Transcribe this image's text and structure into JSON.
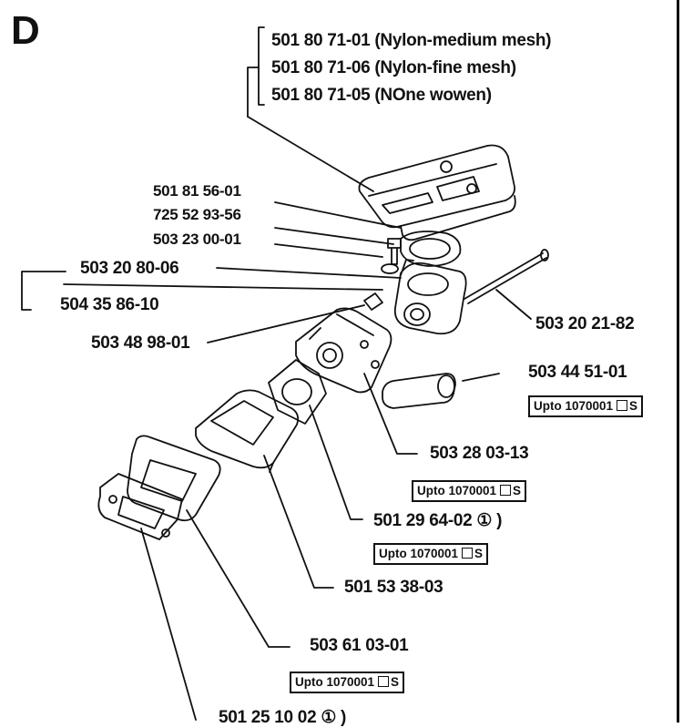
{
  "section": {
    "letter": "D"
  },
  "filter_parts": [
    {
      "part_no": "501 80 71-01",
      "desc": "(Nylon-medium mesh)"
    },
    {
      "part_no": "501 80 71-06",
      "desc": "(Nylon-fine mesh)"
    },
    {
      "part_no": "501 80 71-05",
      "desc": "(NOne wowen)"
    }
  ],
  "labels": {
    "p_501_81_56_01": "501 81 56-01",
    "p_725_52_93_56": "725 52 93-56",
    "p_503_23_00_01": "503 23 00-01",
    "p_503_20_80_06": "503 20 80-06",
    "p_504_35_86_10": "504 35 86-10",
    "p_503_48_98_01": "503 48 98-01",
    "p_503_20_21_82": "503 20 21-82",
    "p_503_44_51_01": "503 44 51-01",
    "p_503_28_03_13": "503 28 03-13",
    "p_501_29_64_02": "501 29 64-02 ① )",
    "p_501_53_38_03": "501 53 38-03",
    "p_503_61_03_01": "503 61 03-01",
    "p_501_25_10_02": "501 25 10 02 ① )"
  },
  "serial_boxes": {
    "text": "Upto 1070001",
    "suffix": "S"
  }
}
